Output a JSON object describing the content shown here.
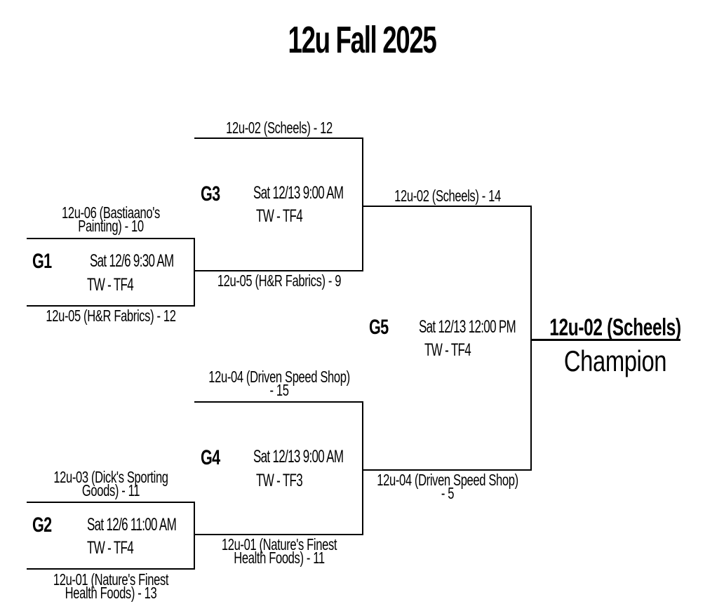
{
  "title": "12u Fall 2025",
  "games": [
    {
      "id": "G1",
      "date": "Sat 12/6  9:30 AM",
      "field": "TW - TF4",
      "top_team": "12u-06 (Bastiaano's\nPainting) - 10",
      "bottom_team": "12u-05 (H&R Fabrics) - 12"
    },
    {
      "id": "G2",
      "date": "Sat 12/6  11:00 AM",
      "field": "TW - TF4",
      "top_team": "12u-03 (Dick's Sporting\nGoods) - 11",
      "bottom_team": "12u-01 (Nature's Finest\nHealth Foods) - 13"
    },
    {
      "id": "G3",
      "date": "Sat 12/13  9:00 AM",
      "field": "TW - TF4",
      "top_team": "12u-02 (Scheels) - 12",
      "bottom_team": "12u-05 (H&R Fabrics) - 9"
    },
    {
      "id": "G4",
      "date": "Sat 12/13  9:00 AM",
      "field": "TW - TF3",
      "top_team": "12u-04 (Driven Speed Shop)\n- 15",
      "bottom_team": "12u-01 (Nature's Finest\nHealth Foods) - 11"
    },
    {
      "id": "G5",
      "date": "Sat 12/13  12:00 PM",
      "field": "TW - TF4",
      "top_team": "12u-02 (Scheels) - 14",
      "bottom_team": "12u-04 (Driven Speed Shop)\n- 5"
    }
  ],
  "champion": {
    "team": "12u-02 (Scheels)",
    "label": "Champion"
  }
}
